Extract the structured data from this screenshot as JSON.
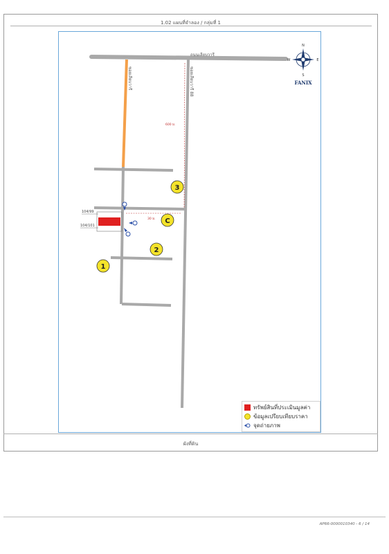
{
  "header": {
    "title": "1.02 แผนที่จำลอง / กลุ่มที่ 1"
  },
  "footer": {
    "caption": "ผังที่ดิน",
    "doc_code": "AP66-0000010340 - 6 / 14"
  },
  "map": {
    "main_road_label": "ถนนเลียบวารี",
    "side_road_label_1": "ซอยเลียบวารี",
    "side_road_label_2": "ซอยเลียบวารี 88",
    "distance_vertical": "600 ม.",
    "distance_horizontal": "30 ม.",
    "plot_label_1": "104/99",
    "plot_label_2": "104/101",
    "subject_marker": "C",
    "comparable_markers": [
      "1",
      "2",
      "3"
    ],
    "colors": {
      "road": "#a9a9a9",
      "highlight_road": "#f4a04a",
      "subject_property": "#e02020",
      "comparable": "#f4e32a",
      "frame": "#6aa7da",
      "camera": "#2a4fa8"
    }
  },
  "compass": {
    "north": "N",
    "south": "S",
    "east": "E",
    "west": "W",
    "brand": "FANIX"
  },
  "legend": {
    "items": [
      {
        "icon": "red-square",
        "label": "ทรัพย์สินที่ประเมินมูลค่า"
      },
      {
        "icon": "yellow-circle",
        "label": "ข้อมูลเปรียบเทียบราคา"
      },
      {
        "icon": "camera-arrow-icon",
        "label": "จุดถ่ายภาพ"
      }
    ]
  }
}
